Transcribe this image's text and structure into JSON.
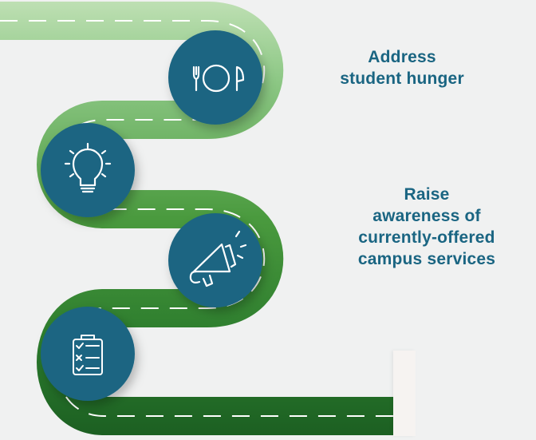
{
  "colors": {
    "background": "#f0f1f1",
    "road_light": "#8ec886",
    "road_mid": "#4a9a3e",
    "road_dark": "#1c5f22",
    "road_lines": "#ffffff",
    "circle": "#1a6582",
    "text": "#1a6582"
  },
  "milestones": [
    {
      "icon": "plate-fork-knife-icon"
    },
    {
      "icon": "lightbulb-icon"
    },
    {
      "icon": "megaphone-icon"
    },
    {
      "icon": "clipboard-checklist-icon"
    }
  ],
  "goals": [
    {
      "lines": [
        "Address",
        "student hunger"
      ]
    },
    {
      "lines": [
        "Raise",
        "awareness of",
        "currently-offered",
        "campus services"
      ]
    }
  ]
}
